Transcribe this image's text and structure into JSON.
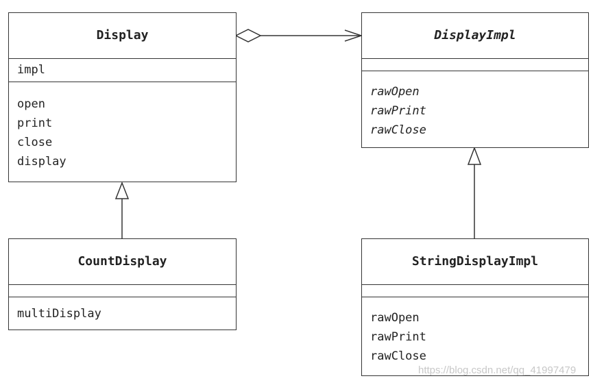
{
  "classes": {
    "display": {
      "name": "Display",
      "fields": [
        "impl"
      ],
      "methods": [
        "open",
        "print",
        "close",
        "display"
      ]
    },
    "display_impl": {
      "name": "DisplayImpl",
      "fields": [],
      "methods": [
        "rawOpen",
        "rawPrint",
        "rawClose"
      ]
    },
    "count_display": {
      "name": "CountDisplay",
      "fields": [],
      "methods": [
        "multiDisplay"
      ]
    },
    "string_display_impl": {
      "name": "StringDisplayImpl",
      "fields": [],
      "methods": [
        "rawOpen",
        "rawPrint",
        "rawClose"
      ]
    }
  },
  "watermark": "https://blog.csdn.net/qq_41997479"
}
